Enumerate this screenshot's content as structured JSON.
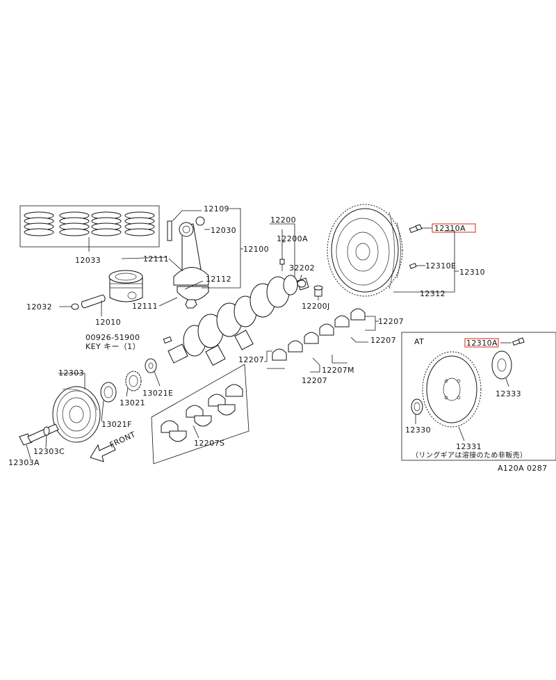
{
  "diagram": {
    "labels": {
      "p12033": "12033",
      "p12109": "12109",
      "p12030": "12030",
      "p12100": "12100",
      "p12111a": "12111",
      "p12111b": "12111",
      "p12112": "12112",
      "p12032": "12032",
      "p12010": "12010",
      "p12200": "12200",
      "p12200A": "12200A",
      "p32202": "32202",
      "p12200J": "12200J",
      "p12310A": "12310A",
      "p12310E": "12310E",
      "p12310": "12310",
      "p12312": "12312",
      "p12207a": "12207",
      "p12207b": "12207",
      "p12207c": "12207",
      "p12207d": "12207",
      "p12207M": "12207M",
      "p12207S": "12207S",
      "key_code": "00926-51900",
      "key_text": "KEY キー（1）",
      "p12303": "12303",
      "p13021": "13021",
      "p13021E": "13021E",
      "p13021F": "13021F",
      "p12303C": "12303C",
      "p12303A": "12303A",
      "front": "FRONT",
      "at": "AT",
      "at_12310A": "12310A",
      "p12333": "12333",
      "p12330": "12330",
      "p12331": "12331",
      "ring_note": "（リングギアは溶接のため非販売）",
      "ref": "A120A 0287"
    },
    "highlight_color": "#e0483b"
  }
}
